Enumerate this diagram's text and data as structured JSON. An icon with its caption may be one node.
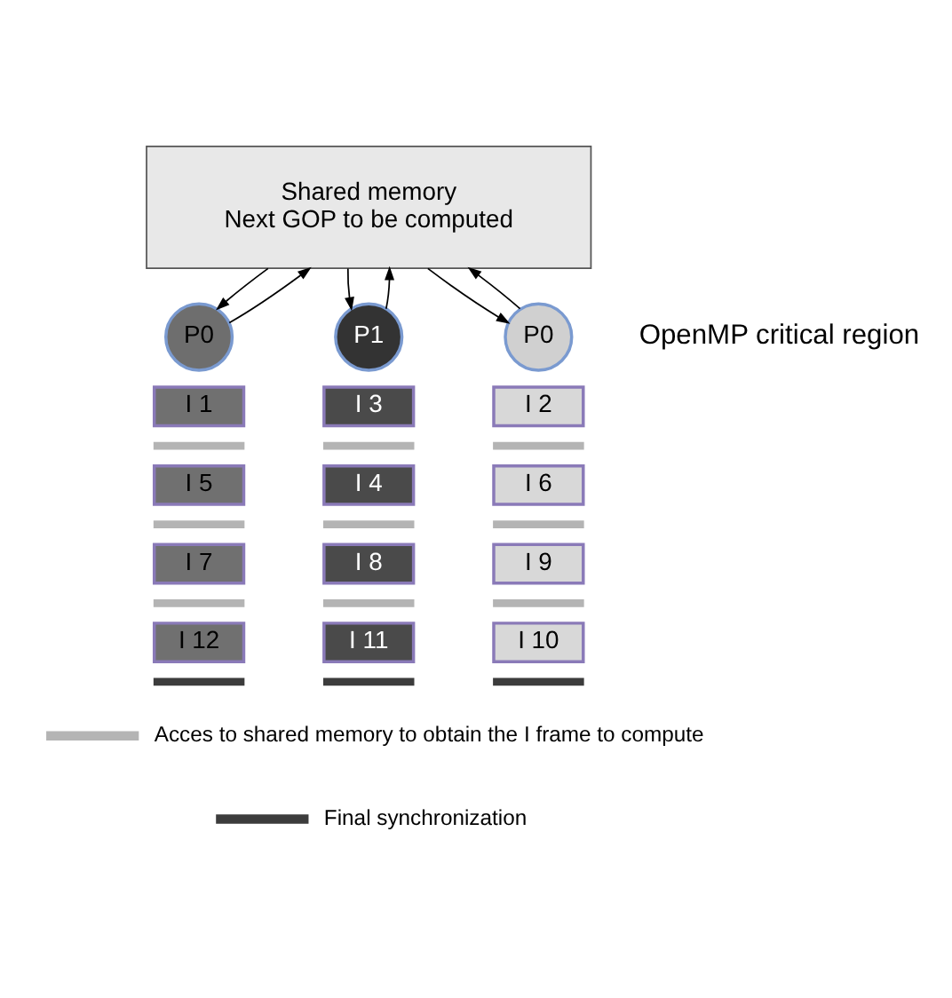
{
  "diagram": {
    "nodes": [
      {
        "text": [
          "Shared memory",
          "Next GOP to be computed"
        ]
      },
      {
        "text": [
          "P0"
        ]
      },
      {
        "text": [
          "P1"
        ]
      },
      {
        "text": [
          "P0"
        ]
      },
      {
        "text": [
          "I 1"
        ]
      },
      {
        "text": [],
        "shape": "bar"
      },
      {
        "text": [
          "I 5"
        ]
      },
      {
        "text": [],
        "shape": "bar"
      },
      {
        "text": [
          "I 7"
        ]
      },
      {
        "text": [],
        "shape": "bar"
      },
      {
        "text": [
          "I 12"
        ]
      },
      {
        "text": [],
        "shape": "bar"
      },
      {
        "text": [
          "I 3"
        ]
      },
      {
        "text": [],
        "shape": "bar"
      },
      {
        "text": [
          "I 4"
        ]
      },
      {
        "text": [],
        "shape": "bar"
      },
      {
        "text": [
          "I 8"
        ]
      },
      {
        "text": [],
        "shape": "bar"
      },
      {
        "text": [
          "I 11"
        ]
      },
      {
        "text": [],
        "shape": "bar"
      },
      {
        "text": [
          "I 2"
        ]
      },
      {
        "text": [],
        "shape": "bar"
      },
      {
        "text": [
          "I 6"
        ]
      },
      {
        "text": [],
        "shape": "bar"
      },
      {
        "text": [
          "I 9"
        ]
      },
      {
        "text": [],
        "shape": "bar"
      },
      {
        "text": [
          "I 10"
        ]
      },
      {
        "text": [],
        "shape": "bar"
      }
    ],
    "edges": [
      {
        "from": 0,
        "to": 1,
        "arrow": "to"
      },
      {
        "from": 1,
        "to": 0,
        "arrow": "to"
      },
      {
        "from": 0,
        "to": 2,
        "arrow": "to"
      },
      {
        "from": 2,
        "to": 0,
        "arrow": "to"
      },
      {
        "from": 0,
        "to": 3,
        "arrow": "to"
      },
      {
        "from": 3,
        "to": 0,
        "arrow": "to"
      }
    ],
    "labels": [
      "OpenMP critical region"
    ],
    "legend": [
      {
        "text": "Acces to shared memory to obtain the I frame to compute",
        "color": "#b4b4b4"
      },
      {
        "text": "Final synchronization",
        "color": "#3c3c3c"
      }
    ]
  }
}
